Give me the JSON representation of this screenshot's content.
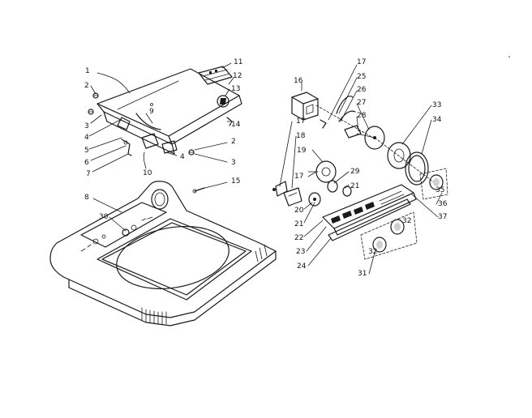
{
  "callouts": [
    {
      "id": "c1",
      "text": "1"
    },
    {
      "id": "c2a",
      "text": "2"
    },
    {
      "id": "c2b",
      "text": "2"
    },
    {
      "id": "c3a",
      "text": "3"
    },
    {
      "id": "c3b",
      "text": "3"
    },
    {
      "id": "c4a",
      "text": "4"
    },
    {
      "id": "c4b",
      "text": "4"
    },
    {
      "id": "c5",
      "text": "5"
    },
    {
      "id": "c6",
      "text": "6"
    },
    {
      "id": "c7",
      "text": "7"
    },
    {
      "id": "c8",
      "text": "8"
    },
    {
      "id": "c9",
      "text": "9"
    },
    {
      "id": "c10",
      "text": "10"
    },
    {
      "id": "c11",
      "text": "11"
    },
    {
      "id": "c12",
      "text": "12"
    },
    {
      "id": "c13",
      "text": "13"
    },
    {
      "id": "c14",
      "text": "14"
    },
    {
      "id": "c15",
      "text": "15"
    },
    {
      "id": "c16",
      "text": "16"
    },
    {
      "id": "c17a",
      "text": "17"
    },
    {
      "id": "c17b",
      "text": "17"
    },
    {
      "id": "c17c",
      "text": "17"
    },
    {
      "id": "c18",
      "text": "18"
    },
    {
      "id": "c19",
      "text": "19"
    },
    {
      "id": "c20",
      "text": "20"
    },
    {
      "id": "c21a",
      "text": "21"
    },
    {
      "id": "c21b",
      "text": "21"
    },
    {
      "id": "c22",
      "text": "22"
    },
    {
      "id": "c23",
      "text": "23"
    },
    {
      "id": "c24",
      "text": "24"
    },
    {
      "id": "c25",
      "text": "25"
    },
    {
      "id": "c26",
      "text": "26"
    },
    {
      "id": "c27",
      "text": "27"
    },
    {
      "id": "c28",
      "text": "28"
    },
    {
      "id": "c29",
      "text": "29"
    },
    {
      "id": "c30",
      "text": "30"
    },
    {
      "id": "c31",
      "text": "31"
    },
    {
      "id": "c32a",
      "text": "32"
    },
    {
      "id": "c32b",
      "text": "32"
    },
    {
      "id": "c33",
      "text": "33"
    },
    {
      "id": "c34",
      "text": "34"
    },
    {
      "id": "c35",
      "text": "35"
    },
    {
      "id": "c36",
      "text": "36"
    },
    {
      "id": "c37",
      "text": "37"
    }
  ]
}
